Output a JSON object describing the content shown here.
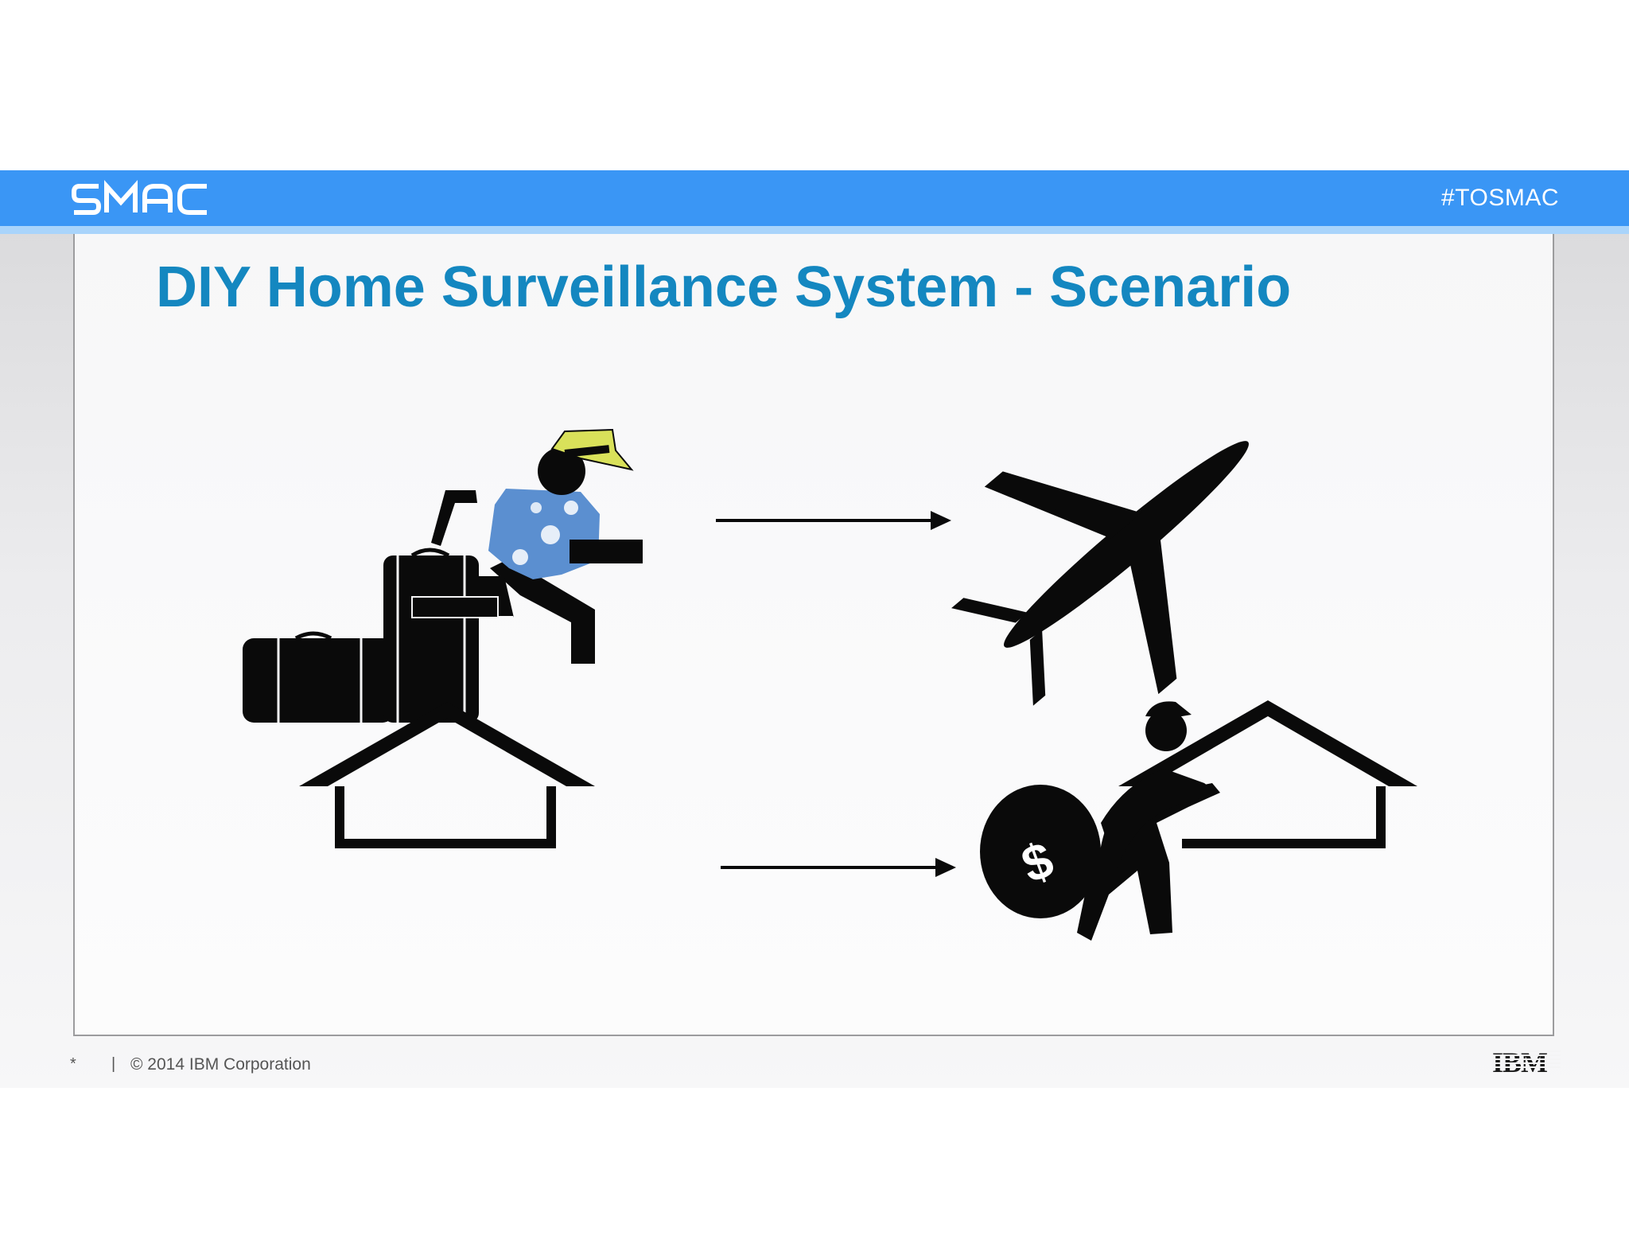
{
  "header": {
    "brand": "SMAC",
    "hashtag": "#TOSMAC"
  },
  "slide": {
    "title": "DIY Home Surveillance System - Scenario"
  },
  "icons": [
    "traveler-with-luggage-icon",
    "arrow-right-icon",
    "airplane-icon",
    "house-icon",
    "burglar-with-money-bag-icon"
  ],
  "footer": {
    "marker": "*",
    "separator": "|",
    "copyright": "© 2014 IBM Corporation",
    "logo": "IBM"
  },
  "colors": {
    "header_bar": "#3a96f5",
    "header_stripe": "#a9d4fb",
    "title": "#1487c0",
    "icon": "#0a0a0a",
    "shirt": "#5b8fd0",
    "hat": "#d9e15a"
  }
}
